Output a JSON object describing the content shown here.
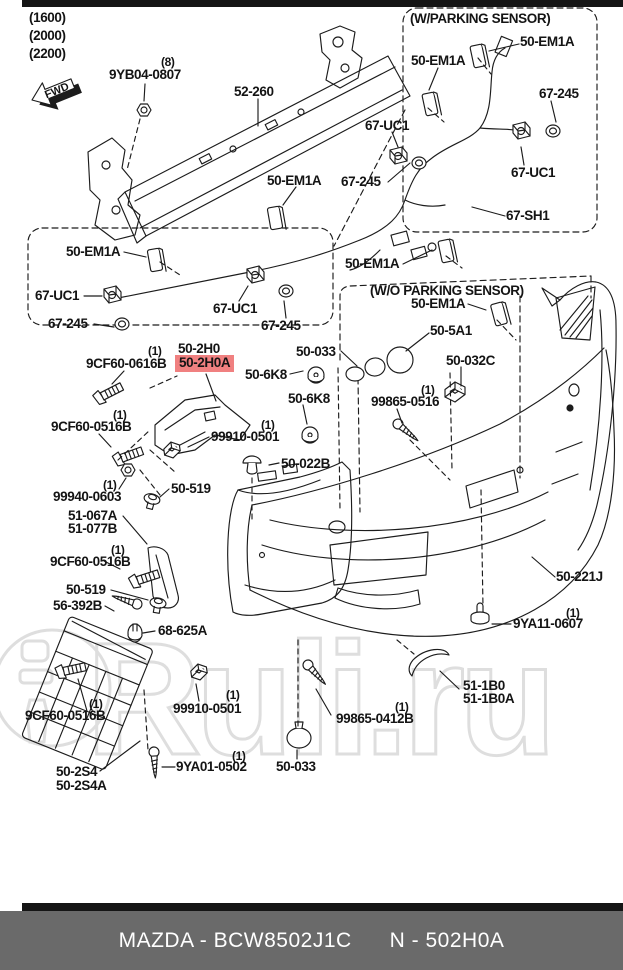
{
  "callouts": [
    {
      "text": "(1600)"
    },
    {
      "text": "(2000)"
    },
    {
      "text": "(2200)"
    },
    {
      "text": "(8)"
    },
    {
      "text": "9YB04-0807"
    },
    {
      "text": "52-260"
    },
    {
      "text": "(W/PARKING SENSOR)"
    },
    {
      "text": "50-EM1A"
    },
    {
      "text": "50-EM1A"
    },
    {
      "text": "67-245"
    },
    {
      "text": "67-UC1"
    },
    {
      "text": "67-UC1"
    },
    {
      "text": "50-EM1A"
    },
    {
      "text": "67-245"
    },
    {
      "text": "67-SH1"
    },
    {
      "text": "50-EM1A"
    },
    {
      "text": "67-UC1"
    },
    {
      "text": "67-245"
    },
    {
      "text": "67-UC1"
    },
    {
      "text": "67-245"
    },
    {
      "text": "50-EM1A"
    },
    {
      "text": "(W/O PARKING SENSOR)"
    },
    {
      "text": "50-EM1A"
    },
    {
      "text": "(1)"
    },
    {
      "text": "50-2H0"
    },
    {
      "text": "9CF60-0616B"
    },
    {
      "text": "50-2H0A"
    },
    {
      "text": "50-033"
    },
    {
      "text": "50-5A1"
    },
    {
      "text": "50-6K8"
    },
    {
      "text": "50-6K8"
    },
    {
      "text": "50-032C"
    },
    {
      "text": "(1)"
    },
    {
      "text": "99865-0516"
    },
    {
      "text": "(1)"
    },
    {
      "text": "9CF60-0516B"
    },
    {
      "text": "(1)"
    },
    {
      "text": "99910-0501"
    },
    {
      "text": "50-022B"
    },
    {
      "text": "(1)"
    },
    {
      "text": "99940-0603"
    },
    {
      "text": "50-519"
    },
    {
      "text": "51-067A"
    },
    {
      "text": "51-077B"
    },
    {
      "text": "(1)"
    },
    {
      "text": "9CF60-0516B"
    },
    {
      "text": "50-519"
    },
    {
      "text": "56-392B"
    },
    {
      "text": "68-625A"
    },
    {
      "text": "50-221J"
    },
    {
      "text": "(1)"
    },
    {
      "text": "9YA11-0607"
    },
    {
      "text": "(1)"
    },
    {
      "text": "9CF60-0516B"
    },
    {
      "text": "(1)"
    },
    {
      "text": "99910-0501"
    },
    {
      "text": "(1)"
    },
    {
      "text": "99865-0412B"
    },
    {
      "text": "51-1B0"
    },
    {
      "text": "51-1B0A"
    },
    {
      "text": "(1)"
    },
    {
      "text": "9YA01-0502"
    },
    {
      "text": "50-033"
    },
    {
      "text": "50-2S4"
    },
    {
      "text": "50-2S4A"
    }
  ],
  "highlight": {
    "color": "#f08080",
    "part": "50-2H0A"
  },
  "fwd_arrow": {
    "label": "FWD"
  },
  "watermark": {
    "text": "Ruli.ru",
    "color": "#dedede"
  },
  "footer": {
    "catalog_code": "MAZDA - BCW8502J1C",
    "part_ref": "N - 502H0A",
    "bar_color": "#6a6a6a"
  }
}
